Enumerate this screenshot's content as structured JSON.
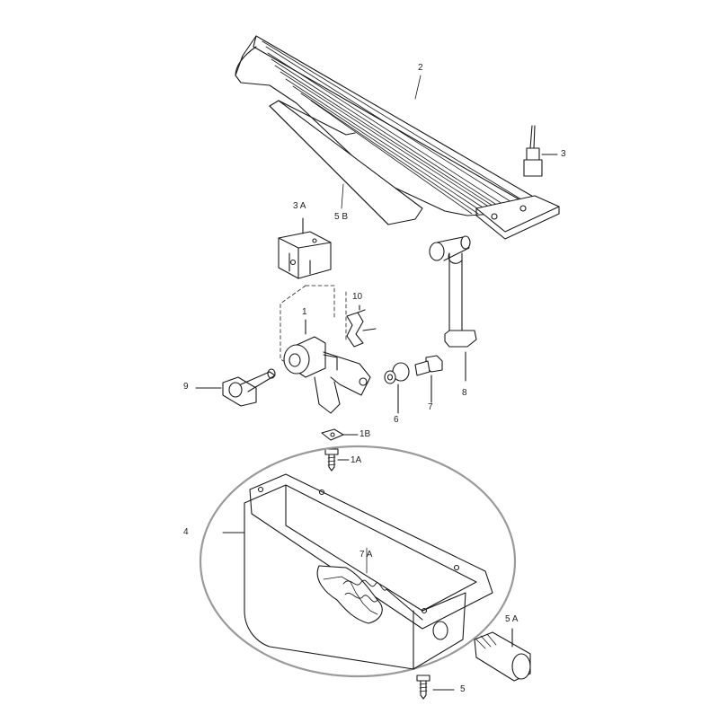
{
  "callouts": {
    "c1": "1",
    "c1a": "1A",
    "c1b": "1B",
    "c2": "2",
    "c3": "3",
    "c3a": "3 A",
    "c4": "4",
    "c5": "5",
    "c5a": "5 A",
    "c5b": "5 B",
    "c6": "6",
    "c7": "7",
    "c7a": "7 A",
    "c8": "8",
    "c9": "9",
    "c10": "10"
  },
  "colors": {
    "line": "#1a1a1a",
    "ellipse": "#9a9a9a",
    "fill": "#ffffff"
  }
}
